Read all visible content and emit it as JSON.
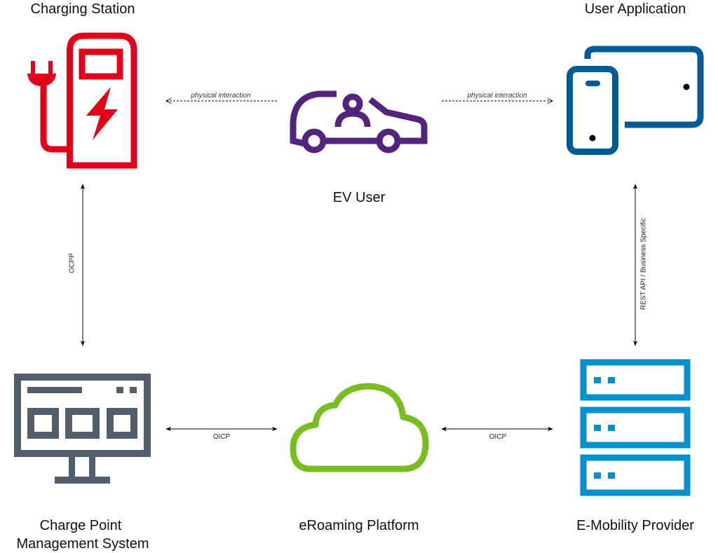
{
  "nodes": {
    "charging_station": {
      "label": "Charging Station",
      "color": "#e3001b"
    },
    "user_application": {
      "label": "User Application",
      "color": "#005a96"
    },
    "ev_user": {
      "label": "EV User",
      "color": "#52247f"
    },
    "cpms": {
      "label_line1": "Charge Point",
      "label_line2": "Management System",
      "color": "#525e69"
    },
    "eroaming": {
      "label": "eRoaming Platform",
      "color": "#78be20"
    },
    "emp": {
      "label": "E-Mobility Provider",
      "color": "#0090d0"
    }
  },
  "edges": {
    "ev_to_station": "physical interaction",
    "ev_to_app": "physical interaction",
    "station_cpms": "OCPP",
    "app_emp": "REST API / Business Specific",
    "cpms_eroaming": "OICP",
    "eroaming_emp": "OICP"
  }
}
